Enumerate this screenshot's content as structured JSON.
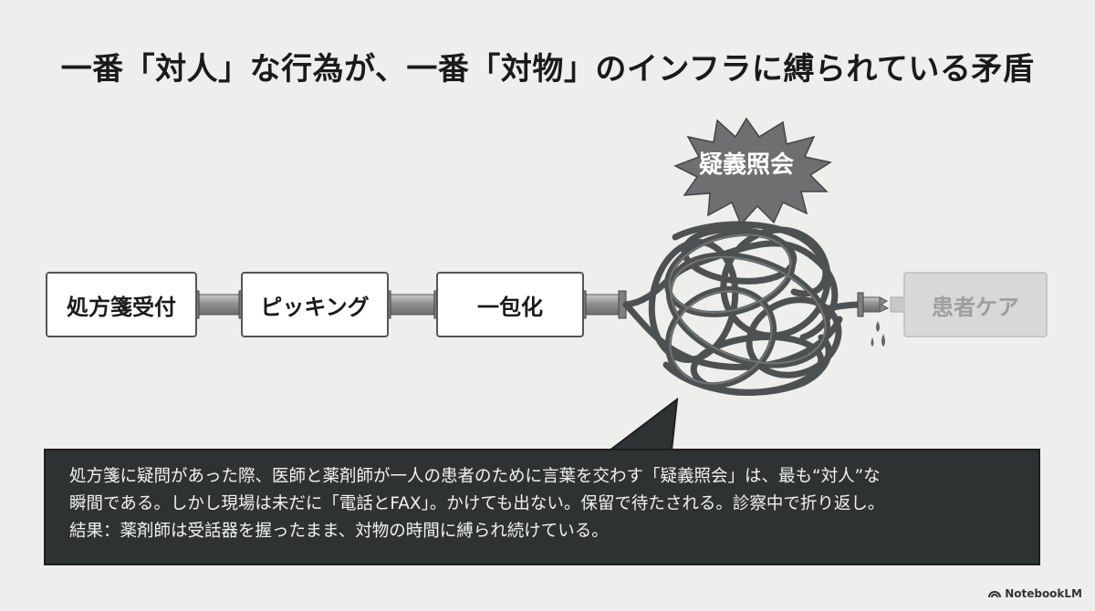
{
  "title": "一番「対人」な行為が、一番「対物」のインフラに縛られている矛盾",
  "flow": {
    "steps": [
      "処方箋受付",
      "ピッキング",
      "一包化"
    ],
    "end_step": "患者ケア",
    "tangle_label": "疑義照会"
  },
  "callout": {
    "lines": [
      "処方箋に疑問があった際、医師と薬剤師が一人の患者のために言葉を交わす「疑義照会」は、最も“対人”な",
      "瞬間である。しかし現場は未だに「電話とFAX」。かけても出ない。保留で待たされる。診察中で折り返し。",
      "結果：薬剤師は受話器を握ったまま、対物の時間に縛られ続けている。"
    ]
  },
  "brand": "NotebookLM",
  "colors": {
    "pipe": "#9a9c9c",
    "tangle": "#555859",
    "burst": "#6d6f70",
    "callout_bg": "#2f3233"
  }
}
